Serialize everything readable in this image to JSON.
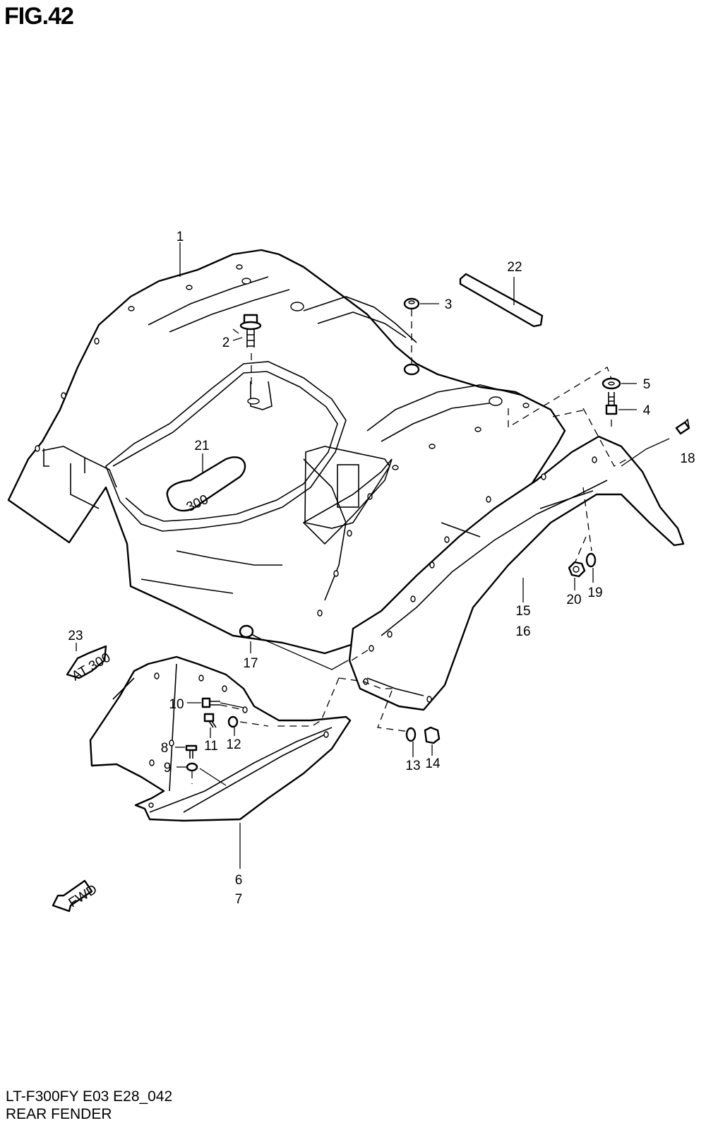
{
  "figure": {
    "title": "FIG.42",
    "model_code": "LT-F300FY E03 E28_042",
    "name": "REAR FENDER"
  },
  "callouts": [
    "1",
    "2",
    "3",
    "4",
    "5",
    "6",
    "7",
    "8",
    "9",
    "10",
    "11",
    "12",
    "13",
    "14",
    "15",
    "16",
    "17",
    "18",
    "19",
    "20",
    "21",
    "22",
    "23"
  ],
  "emblems": {
    "center_badge": "300",
    "side_badge": "AT 300",
    "arrow_badge": "FWD"
  }
}
